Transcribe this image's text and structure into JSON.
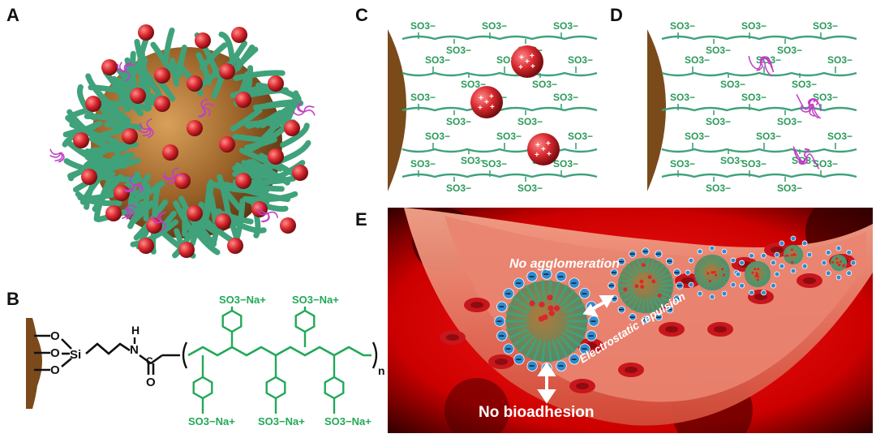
{
  "panels": {
    "a_label": "A",
    "b_label": "B",
    "c_label": "C",
    "d_label": "D",
    "e_label": "E"
  },
  "panel_b": {
    "o_top": "O",
    "o_mid": "O",
    "o_bot": "O",
    "si": "Si",
    "h": "H",
    "n": "N",
    "c": "C",
    "o_carbonyl": "O",
    "n_subscript": "n",
    "sulfonate_top_1": "SO3−Na+",
    "sulfonate_top_2": "SO3−Na+",
    "sulfonate_bot_1": "SO3−Na+",
    "sulfonate_bot_2": "SO3−Na+",
    "sulfonate_bot_3": "SO3−Na+"
  },
  "panel_c": {
    "sulfonate": "SO3−",
    "cation_charge": "+"
  },
  "panel_d": {
    "sulfonate": "SO3−"
  },
  "panel_e": {
    "no_agglomeration": "No agglomeration",
    "electrostatic_repulsion": "Electrostatic repulsion",
    "no_bioadhesion": "No bioadhesion",
    "charge": "−"
  },
  "colors": {
    "polymer_green": "#3fa27a",
    "nanoparticle_core": "#a0692b",
    "cation_red": "#d8282e",
    "protein_magenta": "#c23ec7",
    "blood_red": "#c2151c",
    "charge_blue": "#2f8bd1"
  }
}
